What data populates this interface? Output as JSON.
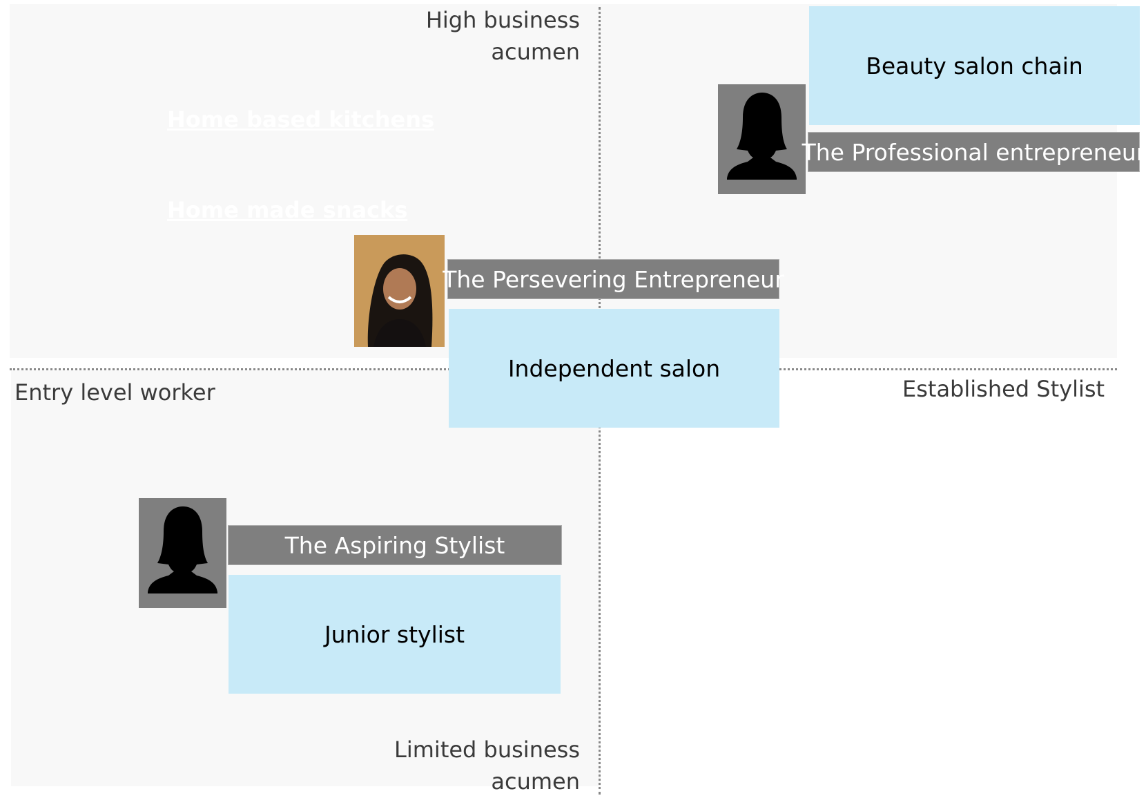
{
  "axes": {
    "top": "High business acumen",
    "bottom": "Limited business acumen",
    "left": "Entry level worker",
    "right": "Established Stylist"
  },
  "faded_labels": [
    "Home based kitchens",
    "Home made snacks"
  ],
  "personas": [
    {
      "name": "The Professional entrepreneur",
      "business": "Beauty salon chain",
      "avatar": "person-silhouette-icon"
    },
    {
      "name": "The Persevering Entrepreneur",
      "business": "Independent salon",
      "avatar": "persona-photo"
    },
    {
      "name": "The Aspiring Stylist",
      "business": "Junior stylist",
      "avatar": "person-silhouette-icon"
    }
  ],
  "colors": {
    "box": "#c8eaf8",
    "tag": "#7f7f7f",
    "quadrant": "#f8f8f8"
  }
}
